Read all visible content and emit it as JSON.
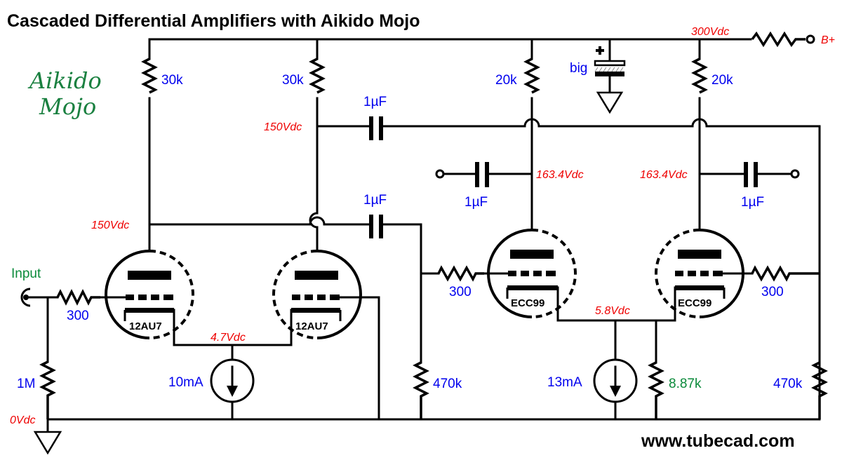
{
  "title": "Cascaded Differential Amplifiers with Aikido Mojo",
  "brand": {
    "line1": "Aikido",
    "line2": "Mojo"
  },
  "footer_url": "www.tubecad.com",
  "colors": {
    "component_value": "#0000ee",
    "voltage": "#ee0000",
    "highlight_value": "#0a8a3a",
    "wire": "#000000"
  },
  "supply": {
    "label": "B+",
    "voltage": "300Vdc"
  },
  "input": {
    "label": "Input"
  },
  "ground": {
    "voltage": "0Vdc"
  },
  "components": {
    "r_plate_1": "30k",
    "r_plate_2": "30k",
    "r_plate_3": "20k",
    "r_plate_4": "20k",
    "c_bypass": "big",
    "c_couple_1": "1µF",
    "c_couple_2": "1µF",
    "c_out_1": "1µF",
    "c_out_2": "1µF",
    "r_in_grid": "300",
    "r_grid_2": "300",
    "r_grid_3": "300",
    "r_in_ground": "1M",
    "r_grid_leak_1": "470k",
    "r_grid_leak_2": "470k",
    "ccs_1": "10mA",
    "ccs_2": "13mA",
    "r_cathode": "8.87k"
  },
  "voltages": {
    "plate_v1": "150Vdc",
    "plate_v2": "150Vdc",
    "plate_v3": "163.4Vdc",
    "plate_v4": "163.4Vdc",
    "cathode_stage1": "4.7Vdc",
    "cathode_stage2": "5.8Vdc"
  },
  "tubes": [
    "12AU7",
    "12AU7",
    "ECC99",
    "ECC99"
  ]
}
